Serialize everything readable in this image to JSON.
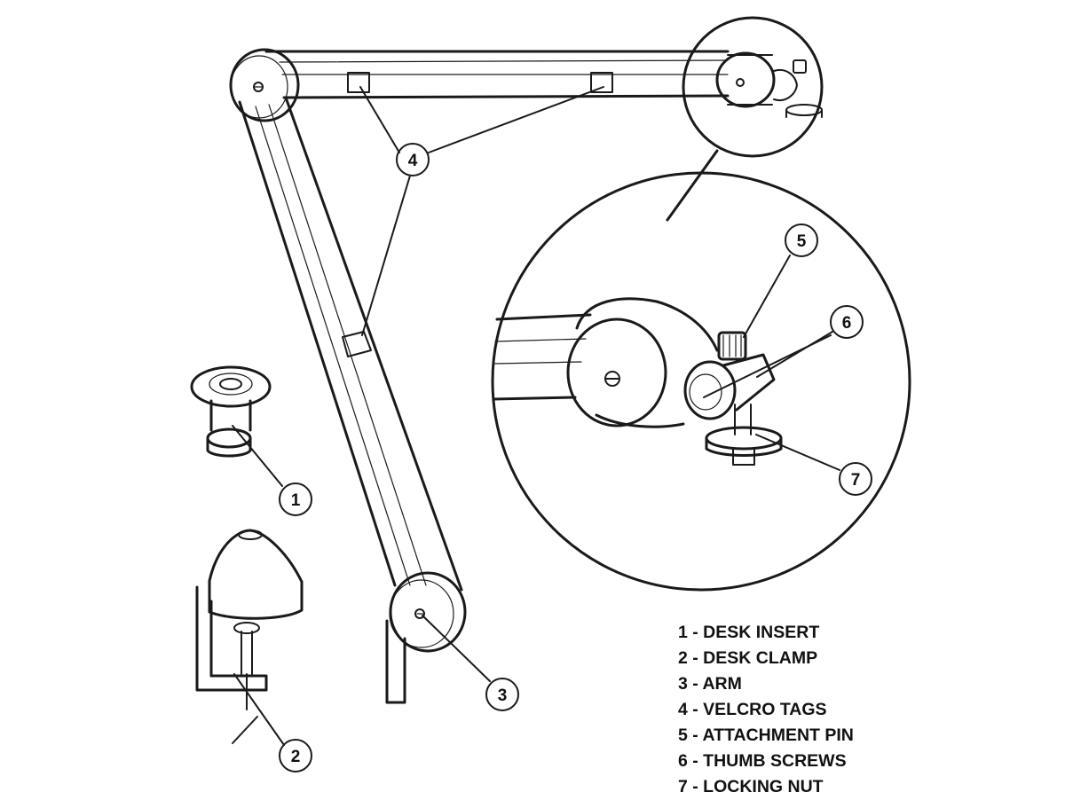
{
  "callouts": [
    "1",
    "2",
    "3",
    "4",
    "5",
    "6",
    "7"
  ],
  "legend": [
    "1 - DESK INSERT",
    "2 - DESK CLAMP",
    "3 - ARM",
    "4 - VELCRO TAGS",
    "5 - ATTACHMENT PIN",
    "6 - THUMB SCREWS",
    "7 - LOCKING NUT"
  ],
  "colors": {
    "line": "#1a1a1a",
    "background": "#ffffff"
  }
}
